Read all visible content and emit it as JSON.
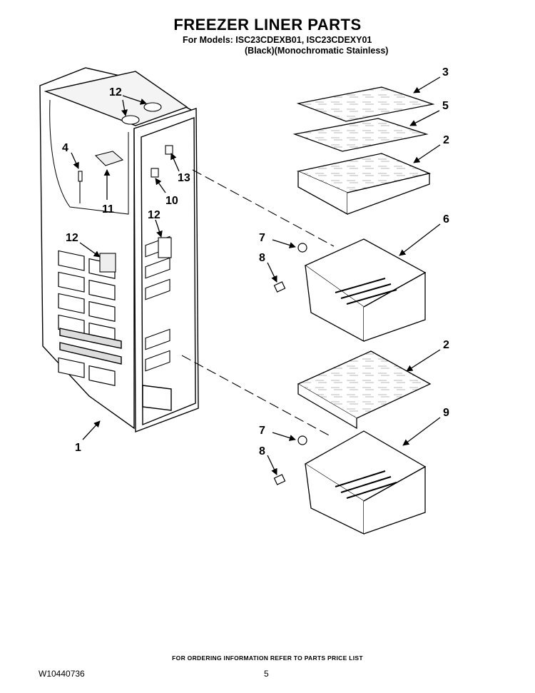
{
  "header": {
    "title": "FREEZER LINER PARTS",
    "models": "For Models: ISC23CDEXB01, ISC23CDEXY01",
    "variant": "(Black)(Monochromatic Stainless)"
  },
  "callouts": [
    {
      "id": "c3",
      "text": "3"
    },
    {
      "id": "c5",
      "text": "5"
    },
    {
      "id": "c2a",
      "text": "2"
    },
    {
      "id": "c6",
      "text": "6"
    },
    {
      "id": "c7a",
      "text": "7"
    },
    {
      "id": "c8a",
      "text": "8"
    },
    {
      "id": "c2b",
      "text": "2"
    },
    {
      "id": "c9",
      "text": "9"
    },
    {
      "id": "c7b",
      "text": "7"
    },
    {
      "id": "c8b",
      "text": "8"
    },
    {
      "id": "c12a",
      "text": "12"
    },
    {
      "id": "c4",
      "text": "4"
    },
    {
      "id": "c11",
      "text": "11"
    },
    {
      "id": "c13",
      "text": "13"
    },
    {
      "id": "c10",
      "text": "10"
    },
    {
      "id": "c12b",
      "text": "12"
    },
    {
      "id": "c12c",
      "text": "12"
    },
    {
      "id": "c1",
      "text": "1"
    }
  ],
  "footer": {
    "ordering_note": "FOR ORDERING INFORMATION REFER TO PARTS PRICE LIST",
    "doc_number": "W10440736",
    "page_number": "5"
  }
}
